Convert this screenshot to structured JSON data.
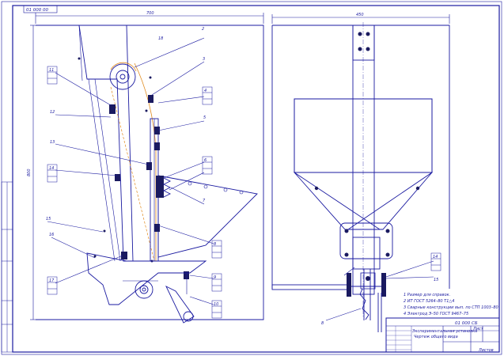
{
  "sheet": {
    "corner_code": "01 000 00",
    "dims": {
      "left_width": "700",
      "right_width": "450",
      "left_height": "800"
    }
  },
  "left_view": {
    "callouts": [
      "2",
      "3",
      "4",
      "5",
      "6",
      "7",
      "8",
      "9",
      "10",
      "11",
      "12",
      "13",
      "14",
      "15",
      "16",
      "17",
      "18"
    ]
  },
  "right_view": {
    "callouts": [
      "14",
      "15",
      "8"
    ]
  },
  "notes": [
    "1  Размер для справок.",
    "2  ИТ ГОСТ 5264–80  Т1△4",
    "3  Сварные конструкции вып. по СТП 1003–80",
    "4  Электрод  Э–50  ГОСТ 9467–75"
  ],
  "title_block": {
    "code": "01 000 СБ",
    "name_line1": "Экспериментальная установка",
    "name_line2": "Чертеж общего вида",
    "sheet_label": "Лист",
    "sheets_label": "Листов"
  }
}
